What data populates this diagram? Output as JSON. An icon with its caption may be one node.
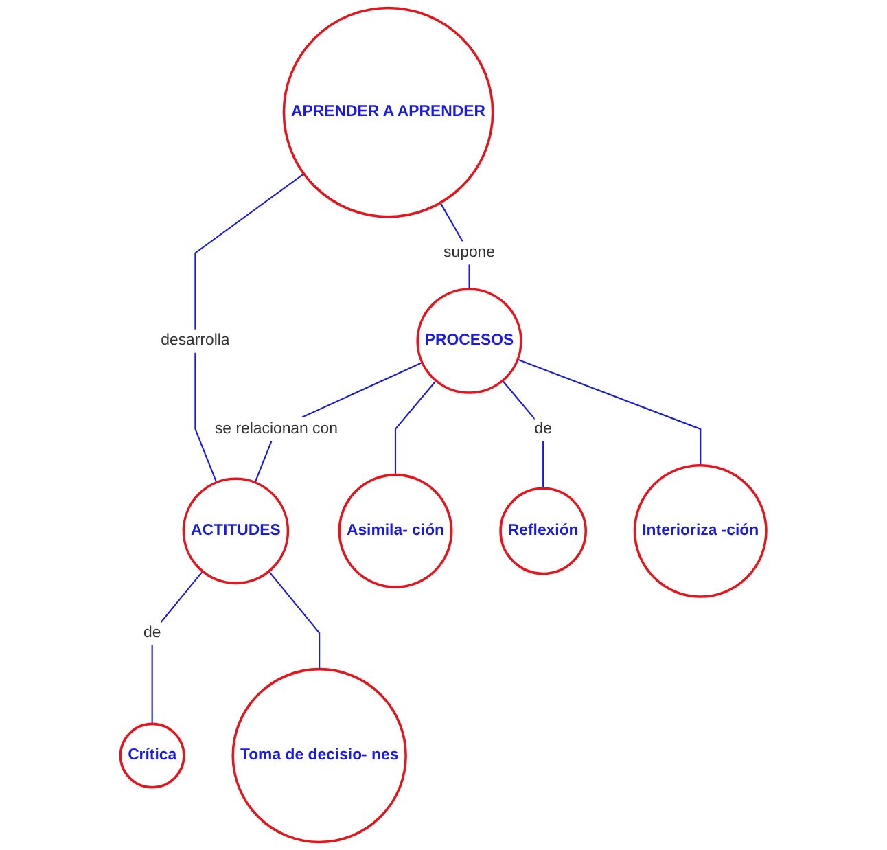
{
  "diagram": {
    "nodes": [
      {
        "text": [
          "APRENDER A APRENDER"
        ]
      },
      {
        "text": [
          "PROCESOS"
        ]
      },
      {
        "text": [
          "ACTITUDES"
        ]
      },
      {
        "text": [
          "Asimila- ción"
        ]
      },
      {
        "text": [
          "Reflexión"
        ]
      },
      {
        "text": [
          "Interioriza -ción"
        ]
      },
      {
        "text": [
          "Crítica"
        ]
      },
      {
        "text": [
          "Toma de decisio- nes"
        ]
      }
    ],
    "edges": [
      {
        "from": 0,
        "to": 1,
        "label": "supone",
        "arrow": "none"
      },
      {
        "from": 0,
        "to": 2,
        "label": "desarrolla",
        "arrow": "none"
      },
      {
        "from": 1,
        "to": 2,
        "label": "se relacionan con",
        "arrow": "none"
      },
      {
        "from": 1,
        "to": 3,
        "arrow": "none"
      },
      {
        "from": 1,
        "to": 4,
        "label": "de",
        "arrow": "none"
      },
      {
        "from": 1,
        "to": 5,
        "arrow": "none"
      },
      {
        "from": 2,
        "to": 6,
        "label": "de",
        "arrow": "none"
      },
      {
        "from": 2,
        "to": 7,
        "arrow": "none"
      }
    ]
  }
}
